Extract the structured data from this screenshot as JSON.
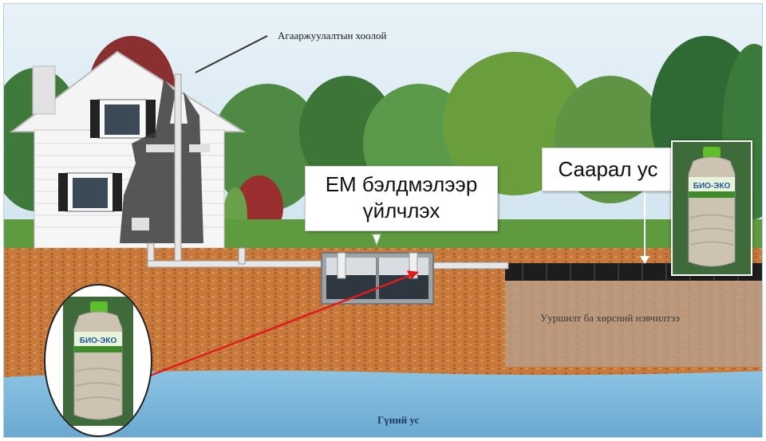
{
  "labels": {
    "vent_pipe": "Агааржуулалтын хоолой",
    "em_treatment_line1": "ЕМ бэлдмэлээр",
    "em_treatment_line2": "үйлчлэх",
    "grey_water": "Саарал ус",
    "filtration_layer": "Ууршилт ба хөрсний нэвчилтээ",
    "groundwater": "Гүний ус"
  },
  "product": {
    "brand_text": "БИО-ЭКО",
    "cap_color": "#5fbf2a",
    "bottle_color": "#c9bfae"
  },
  "colors": {
    "sky": "#dcebf3",
    "soil": "#c8783a",
    "water": "#7ab6d8",
    "pipe": "#e8e8e8",
    "arrow": "#e02020"
  }
}
